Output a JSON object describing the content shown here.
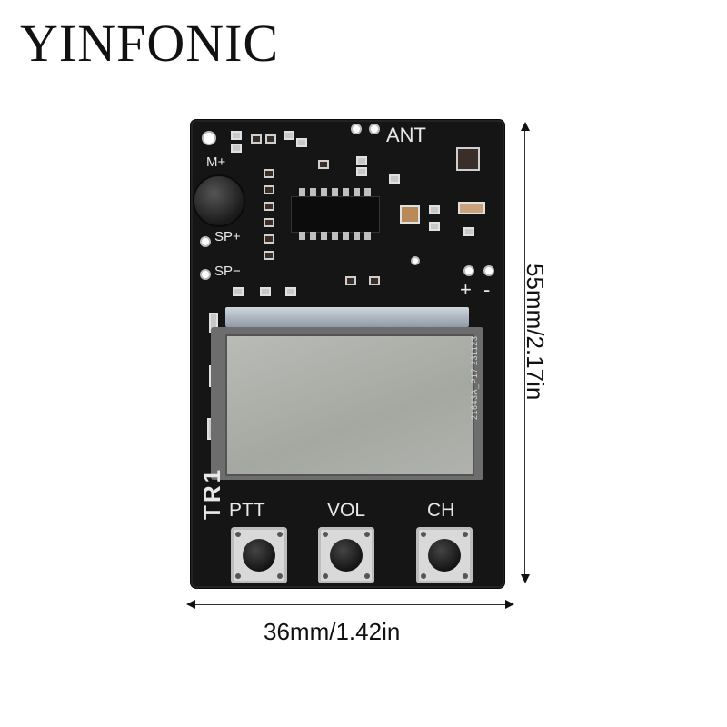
{
  "brand": "YINFONIC",
  "board": {
    "label_ant": "ANT",
    "label_mic": "M+",
    "label_sp_plus": "SP+",
    "label_sp_minus": "SP−",
    "label_plus": "+",
    "label_minus": "-",
    "label_tr1": "TR1",
    "lcd_code": "21643A_P17  231123",
    "buttons": [
      "PTT",
      "VOL",
      "CH"
    ],
    "pcb_color": "#151515",
    "lcd_color": "#adb0aa"
  },
  "dimensions": {
    "width": "36mm/1.42in",
    "height": "55mm/2.17in"
  }
}
